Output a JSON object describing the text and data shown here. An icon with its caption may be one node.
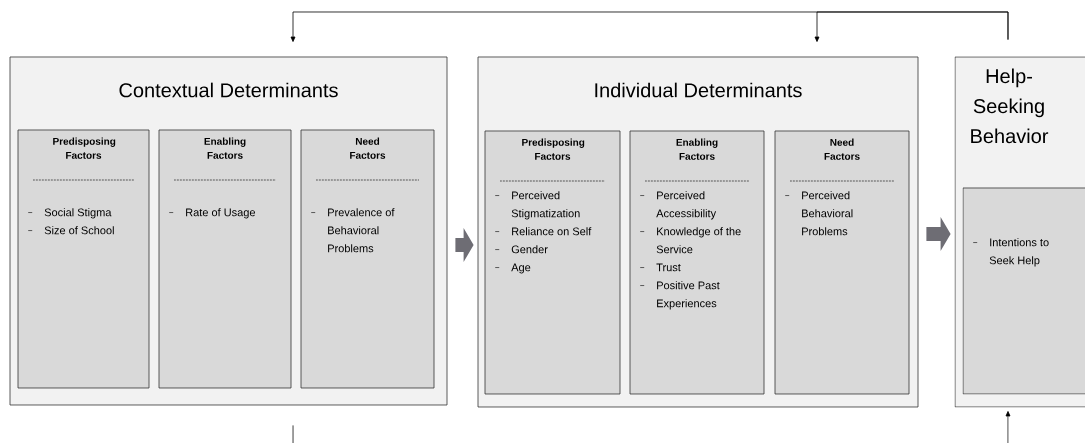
{
  "diagram": {
    "nodes": [
      {
        "text": [
          "Contextual Determinants"
        ]
      },
      {
        "text": [
          "Predisposing Factors",
          "Social Stigma",
          "Size of School"
        ],
        "in": 0
      },
      {
        "text": [
          "Enabling Factors",
          "Rate of Usage"
        ],
        "in": 0
      },
      {
        "text": [
          "Need Factors",
          "Prevalence of Behavioral Problems"
        ],
        "in": 0
      },
      {
        "text": [
          "Individual Determinants"
        ]
      },
      {
        "text": [
          "Predisposing Factors",
          "Perceived Stigmatization",
          "Reliance on Self",
          "Gender",
          "Age"
        ],
        "in": 4
      },
      {
        "text": [
          "Enabling Factors",
          "Perceived Accessibility",
          "Knowledge of the Service",
          "Trust",
          "Positive Past Experiences"
        ],
        "in": 4
      },
      {
        "text": [
          "Need Factors",
          "Perceived Behavioral Problems"
        ],
        "in": 4
      },
      {
        "text": [
          "Help-Seeking Behavior"
        ]
      },
      {
        "text": [
          "Intentions to Seek Help"
        ],
        "in": 8
      }
    ],
    "edges": [
      {
        "from": 8,
        "to": 0,
        "arrow": "to"
      },
      {
        "from": 8,
        "to": 4,
        "arrow": "to"
      },
      {
        "from": 0,
        "to": 4,
        "arrow": "to",
        "style": "thick",
        "color": "#6e6d74"
      },
      {
        "from": 4,
        "to": 8,
        "arrow": "to",
        "style": "thick",
        "color": "#6e6d74"
      },
      {
        "from": 0,
        "to": 8,
        "arrow": "to"
      }
    ]
  }
}
